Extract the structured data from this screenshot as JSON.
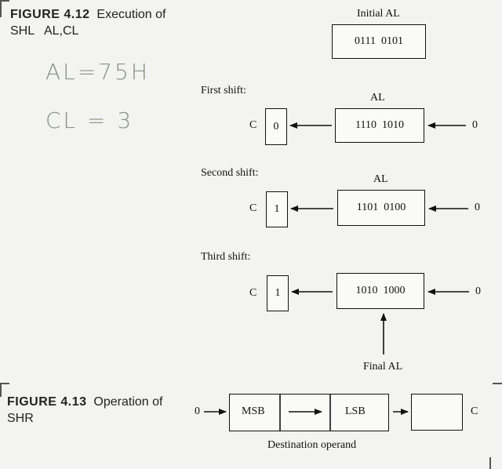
{
  "fig412": {
    "title": "FIGURE 4.12",
    "caption_rest": "Execution of",
    "caption_line2": "SHL   AL,CL"
  },
  "handwriting": {
    "line1": "AL=75H",
    "line2": "CL = 3"
  },
  "initial": {
    "label": "Initial AL",
    "value": "0111  0101"
  },
  "shifts": [
    {
      "label": "First shift:",
      "reg_label": "AL",
      "carry_label": "C",
      "carry": "0",
      "value": "1110  1010",
      "input": "0"
    },
    {
      "label": "Second shift:",
      "reg_label": "AL",
      "carry_label": "C",
      "carry": "1",
      "value": "1101  0100",
      "input": "0"
    },
    {
      "label": "Third shift:",
      "carry_label": "C",
      "carry": "1",
      "value": "1010  1000",
      "input": "0"
    }
  ],
  "final_label": "Final AL",
  "fig413": {
    "title": "FIGURE 4.13",
    "caption_rest": "Operation of",
    "caption_line2": "SHR",
    "input": "0",
    "msb": "MSB",
    "lsb": "LSB",
    "carry_label": "C",
    "operand_label": "Destination operand"
  }
}
